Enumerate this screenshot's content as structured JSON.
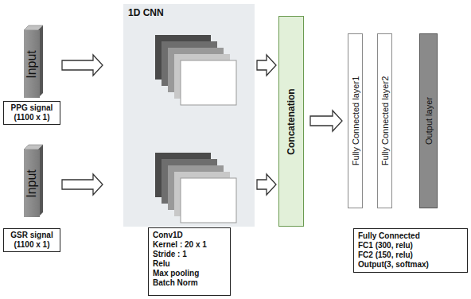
{
  "diagram": {
    "nodes": [
      {
        "text": [
          "Input"
        ]
      },
      {
        "text": [
          "PPG signal (1100 x 1)"
        ]
      },
      {
        "text": [
          "Input"
        ]
      },
      {
        "text": [
          "GSR signal (1100 x 1)"
        ]
      },
      {
        "text": [
          "1D CNN"
        ]
      },
      {
        "text": [
          "Conv1D",
          "Kernel : 20 x 1",
          "Stride : 1",
          "Relu",
          "Max pooling",
          "Batch Norm"
        ]
      },
      {
        "text": [
          "Concatenation"
        ]
      },
      {
        "text": [
          "Fully Connected layer1"
        ]
      },
      {
        "text": [
          "Fully Connected layer2"
        ]
      },
      {
        "text": [
          "Output layer"
        ]
      },
      {
        "text": [
          "Fully Connected",
          "FC1 (300, relu)",
          "FC2 (150, relu)",
          "Output(3, softmax)"
        ]
      }
    ],
    "edges": [
      {
        "from": 0,
        "to": 4,
        "arrow": "to"
      },
      {
        "from": 2,
        "to": 4,
        "arrow": "to"
      },
      {
        "from": 4,
        "to": 6,
        "arrow": "to"
      },
      {
        "from": 4,
        "to": 6,
        "arrow": "to"
      },
      {
        "from": 6,
        "to": 7,
        "arrow": "to"
      }
    ]
  }
}
